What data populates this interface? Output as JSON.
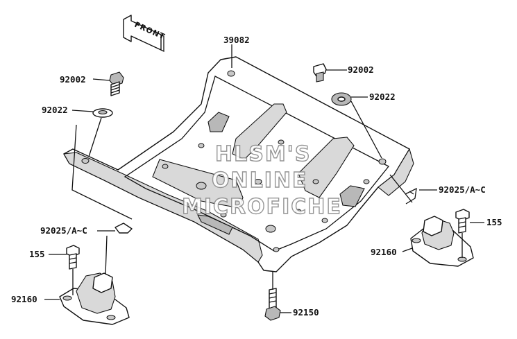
{
  "front_arrow": {
    "label": "FRONT"
  },
  "watermark": {
    "line1": "HLSM'S",
    "line2": "ONLINE",
    "line3": "MICROFICHE"
  },
  "labels": {
    "skid_plate": "39082",
    "bolt_left": "92002",
    "washer_left": "92022",
    "bolt_right": "92002",
    "washer_right": "92022",
    "clip_right": "92025/A~C",
    "clip_left": "92025/A~C",
    "nut_left": "155",
    "nut_right": "155",
    "mount_right": "92160",
    "mount_left": "92160",
    "bolt_bottom": "92150"
  }
}
